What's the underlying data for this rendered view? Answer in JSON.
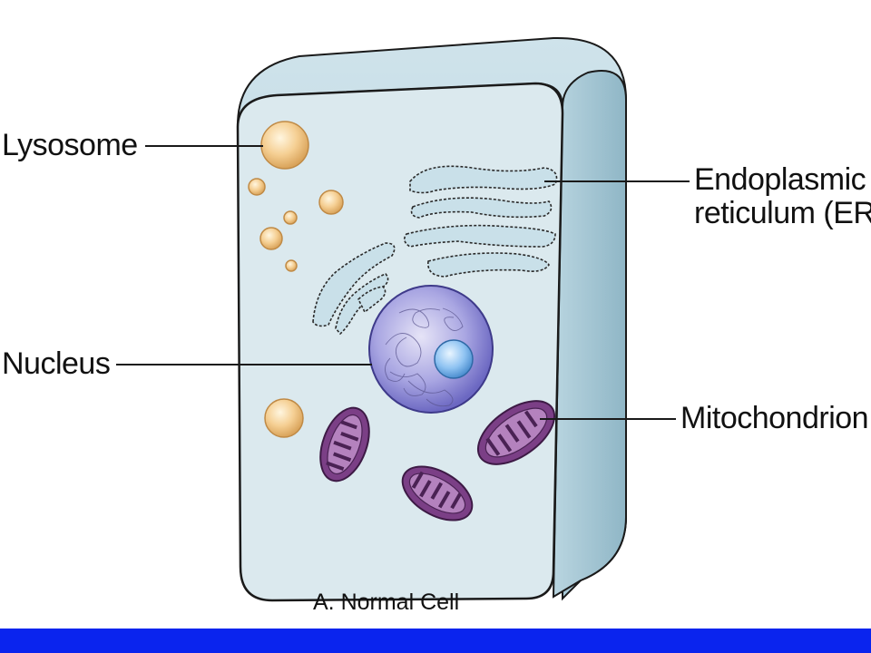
{
  "labels": {
    "lysosome": "Lysosome",
    "endoplasmic_reticulum": [
      "Endoplasmic",
      "reticulum (ER)"
    ],
    "nucleus": "Nucleus",
    "mitochondrion": "Mitochondrion"
  },
  "caption": "A. Normal Cell",
  "colors": {
    "cell_fill": "#dbe9ee",
    "cell_side": "#a6c8d6",
    "cell_outline": "#1a1a1a",
    "lysosome": "#f2c886",
    "nucleus": "#8f8fd6",
    "nucleolus": "#8fbff0",
    "mitochondrion": "#7b3f86",
    "bottom_bar": "#0a24ee"
  }
}
